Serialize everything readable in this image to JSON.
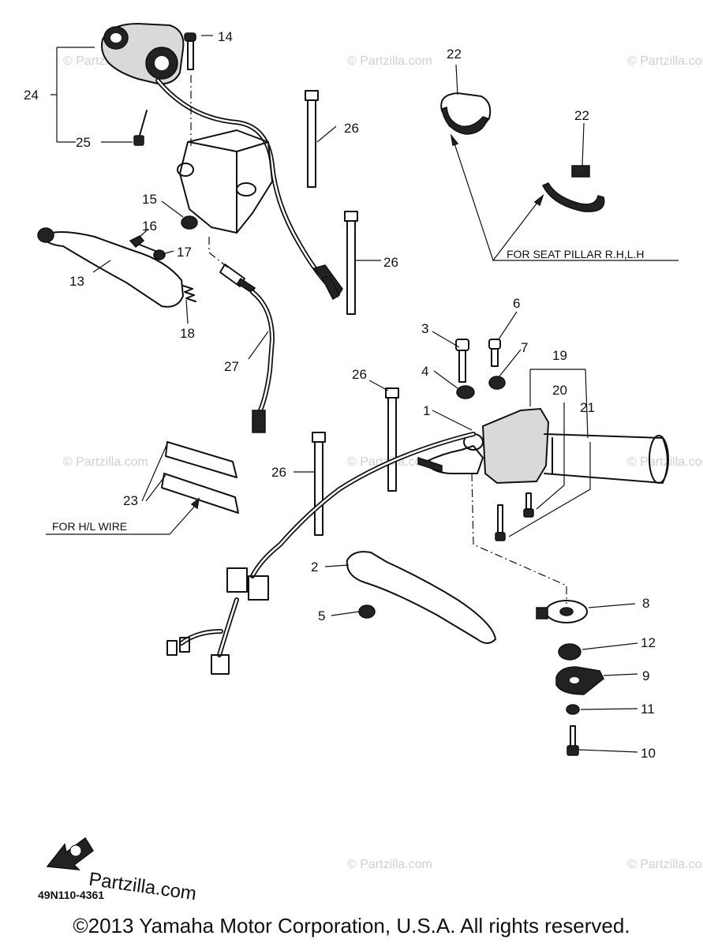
{
  "diagram": {
    "code": "49N110-4361",
    "copyright": "©2013  Yamaha Motor Corporation, U.S.A. All rights reserved.",
    "logo_text": "Partzilla.com",
    "watermark": "© Partzilla.com",
    "notes": {
      "seat_pillar": "FOR SEAT PILLAR R.H,L.H",
      "hl_wire": "FOR H/L WIRE"
    },
    "callouts": {
      "c1": "1",
      "c2": "2",
      "c3": "3",
      "c4": "4",
      "c5": "5",
      "c6": "6",
      "c7": "7",
      "c8": "8",
      "c9": "9",
      "c10": "10",
      "c11": "11",
      "c12": "12",
      "c13": "13",
      "c14": "14",
      "c15": "15",
      "c16": "16",
      "c17": "17",
      "c18": "18",
      "c19": "19",
      "c20": "20",
      "c21": "21",
      "c22a": "22",
      "c22b": "22",
      "c23": "23",
      "c24": "24",
      "c25": "25",
      "c26a": "26",
      "c26b": "26",
      "c26c": "26",
      "c26d": "26",
      "c27": "27"
    }
  }
}
